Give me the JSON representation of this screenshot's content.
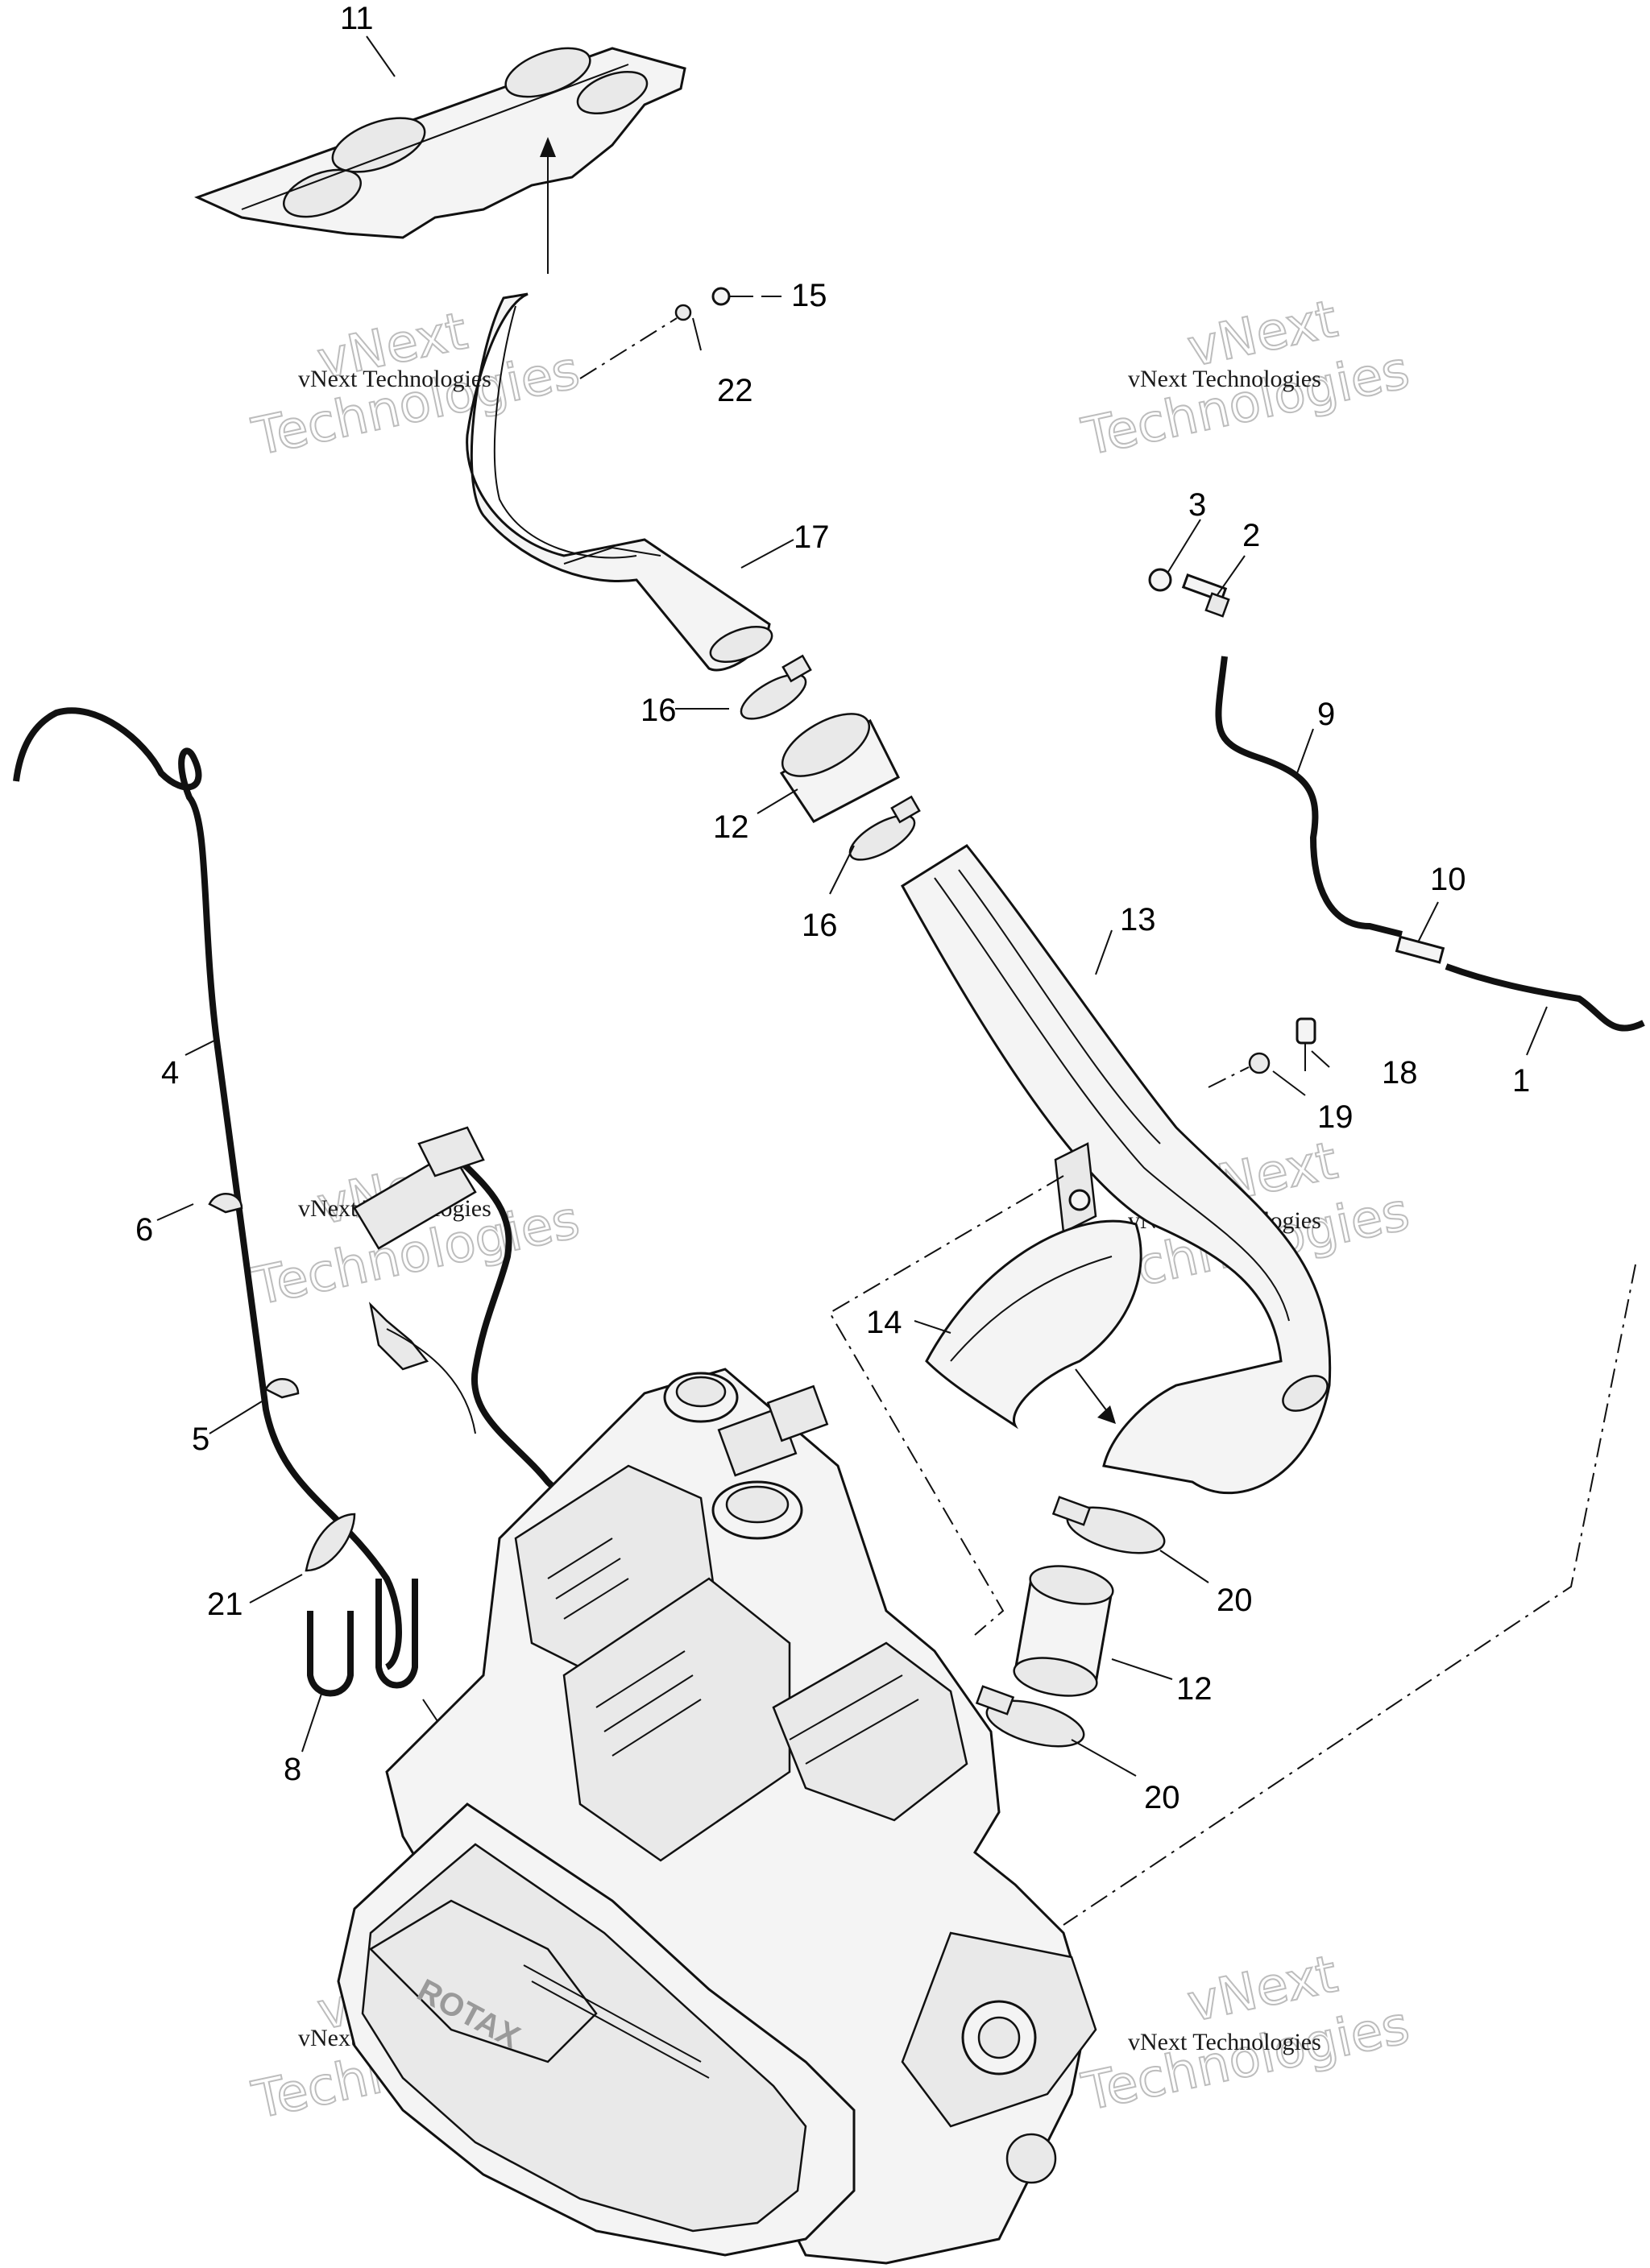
{
  "watermarks": [
    {
      "small": "vNext Technologies",
      "big": "vNext",
      "big2": "Technologies"
    },
    {
      "small": "vNext Technologies",
      "big": "vNext",
      "big2": "Technologies"
    },
    {
      "small": "vNext Technologies",
      "big": "vNext",
      "big2": "Technologies"
    },
    {
      "small": "vNext Technologies",
      "big": "vNext",
      "big2": "Technologies"
    },
    {
      "small": "vNext Technologies",
      "big": "vNext",
      "big2": "Technologies"
    },
    {
      "small": "vNext Technologies",
      "big": "vNext",
      "big2": "Technologies"
    }
  ],
  "callouts": {
    "c1": "1",
    "c2": "2",
    "c3": "3",
    "c4": "4",
    "c5": "5",
    "c6": "6",
    "c8": "8",
    "c9": "9",
    "c10": "10",
    "c11": "11",
    "c12a": "12",
    "c12b": "12",
    "c13": "13",
    "c14": "14",
    "c15": "15",
    "c16a": "16",
    "c16b": "16",
    "c17": "17",
    "c18": "18",
    "c19": "19",
    "c20a": "20",
    "c20b": "20",
    "c21": "21",
    "c22": "22"
  },
  "engine_logo": "ROTAX"
}
